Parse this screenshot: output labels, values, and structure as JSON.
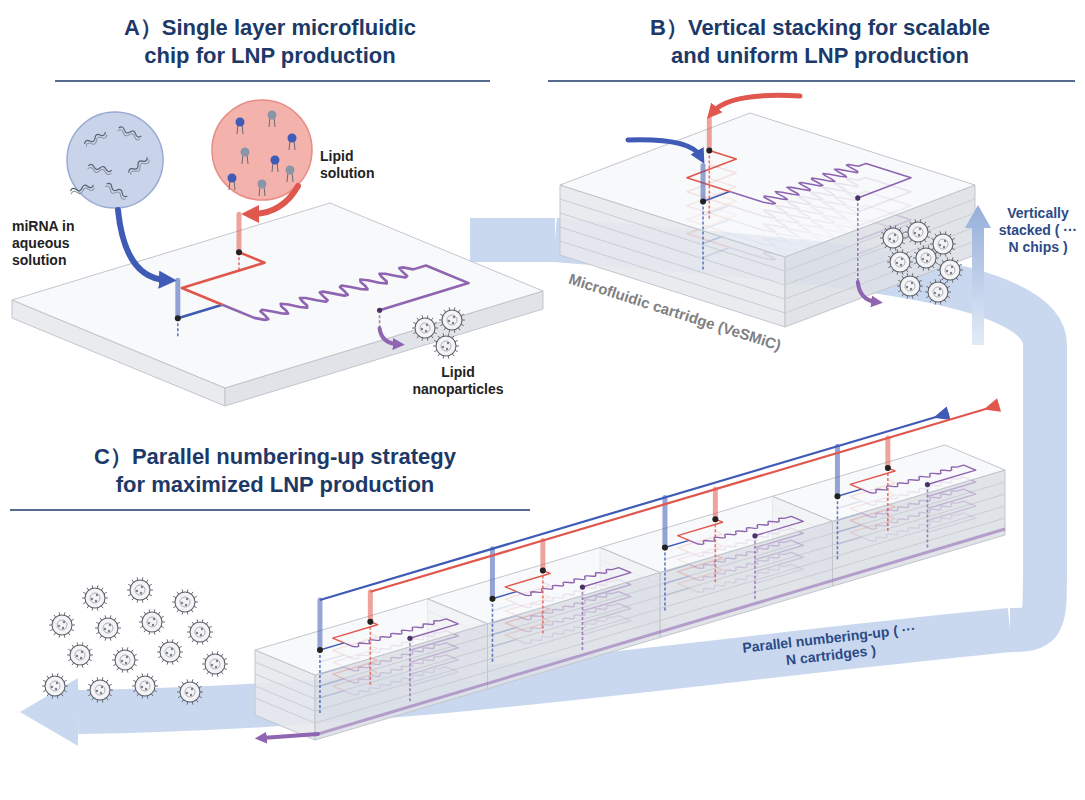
{
  "diagram": {
    "nodes": [
      {
        "text": [
          "A）Single layer microfluidic chip for LNP production"
        ]
      },
      {
        "text": [
          "B）Vertical stacking for scalable and uniform LNP production"
        ]
      },
      {
        "text": [
          "C）Parallel numbering-up strategy for maximized LNP production"
        ]
      }
    ],
    "edges": [
      {
        "from": 0,
        "to": 1,
        "arrow": "none"
      },
      {
        "from": 1,
        "to": 2,
        "arrow": "none"
      }
    ],
    "labels": [
      "miRNA in aqueous solution",
      "Lipid solution",
      "Lipid nanoparticles",
      "Microfluidic cartridge (VeSMiC)",
      "Vertically stacked ( ··· N chips )",
      "Parallel numbering-up ( ··· N cartridges )"
    ]
  }
}
